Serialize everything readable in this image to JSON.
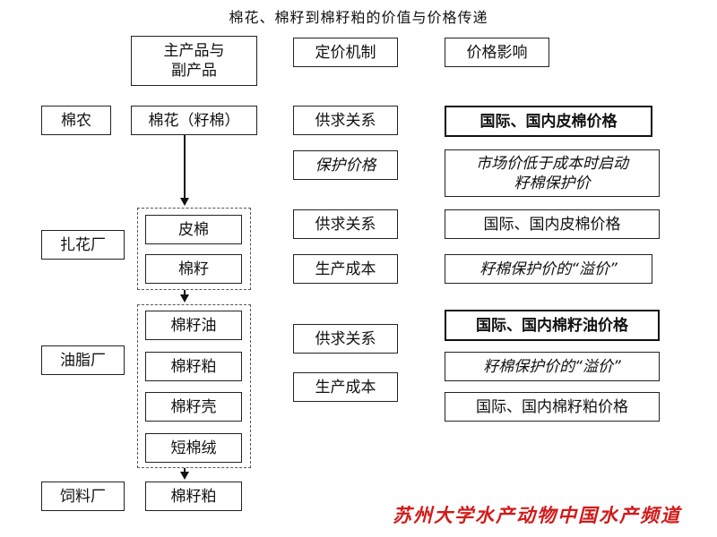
{
  "title": "棉花、棉籽到棉籽粕的价值与价格传递",
  "headers": {
    "products": "主产品与\n副产品",
    "pricing": "定价机制",
    "impact": "价格影响"
  },
  "actors": {
    "farmer": "棉农",
    "ginnery": "扎花厂",
    "oil_mill": "油脂厂",
    "feed_mill": "饲料厂"
  },
  "products": {
    "seed_cotton": "棉花（籽棉）",
    "lint": "皮棉",
    "cottonseed": "棉籽",
    "seed_oil": "棉籽油",
    "seed_meal": "棉籽粕",
    "seed_hull": "棉籽壳",
    "linter": "短棉绒",
    "feed_meal": "棉籽粕"
  },
  "pricing": {
    "p1": "供求关系",
    "p2": "保护价格",
    "p3": "供求关系",
    "p4": "生产成本",
    "p5": "供求关系",
    "p6": "生产成本"
  },
  "impact": {
    "i1": "国际、国内皮棉价格",
    "i2": "市场价低于成本时启动\n籽棉保护价",
    "i3": "国际、国内皮棉价格",
    "i4": "籽棉保护价的“溢价”",
    "i5": "国际、国内棉籽油价格",
    "i6": "籽棉保护价的“溢价”",
    "i7": "国际、国内棉籽粕价格"
  },
  "watermark": "苏州大学水产动物中国水产频道"
}
